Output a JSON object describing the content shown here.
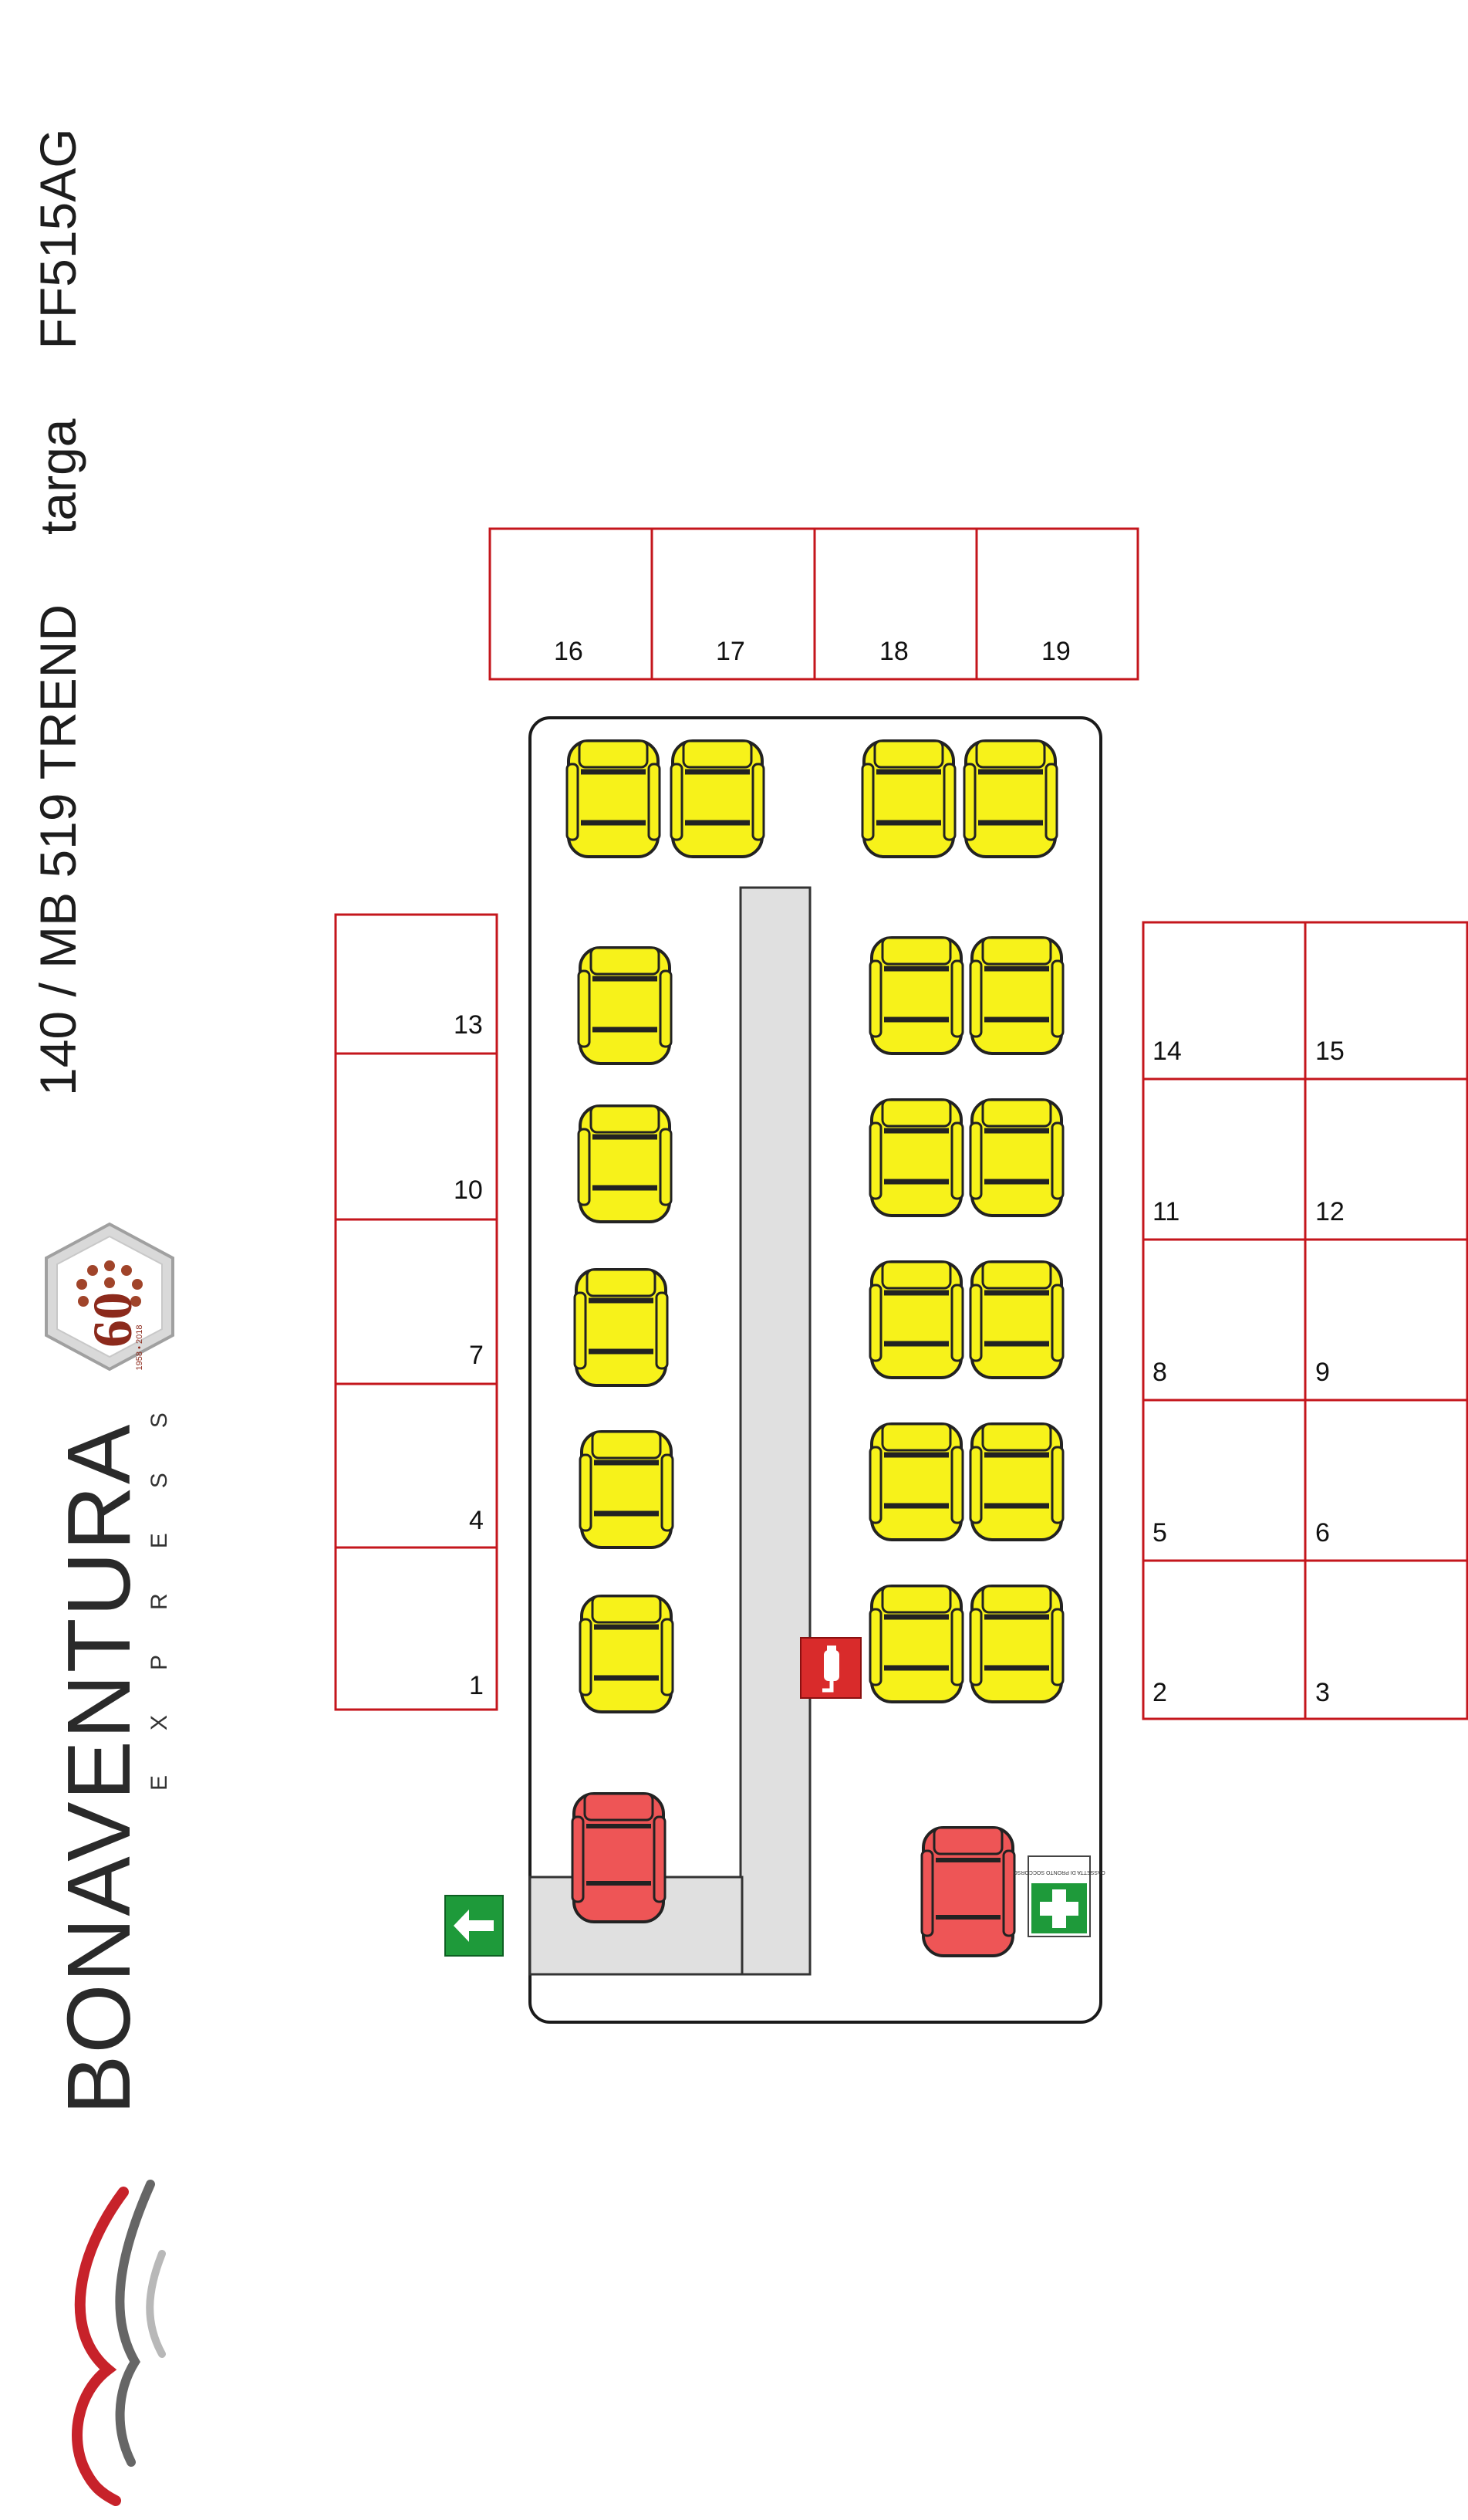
{
  "header": {
    "vehicle_label": "140 / MB 519 TREND",
    "plate_label": "targa",
    "plate_value": "FF515AG"
  },
  "brand": {
    "name": "BONAVENTURA",
    "subtitle": "EXPRESS",
    "anniversary_years": "1958 • 2018",
    "anniversary_number": "60"
  },
  "seat_numbers": {
    "back_row": [
      "16",
      "17",
      "18",
      "19"
    ],
    "left_column": [
      "13",
      "10",
      "7",
      "4",
      "1"
    ],
    "right_column_a": [
      "14",
      "11",
      "8",
      "5",
      "2"
    ],
    "right_column_b": [
      "15",
      "12",
      "9",
      "6",
      "3"
    ]
  },
  "first_aid_label": "CASSETTA DI PRONTO SOCCORSO",
  "icons": {
    "exit": "emergency-exit-arrow-icon",
    "extinguisher": "fire-extinguisher-icon",
    "first_aid": "first-aid-cross-icon"
  },
  "colors": {
    "passenger_seat": "#f7f21a",
    "crew_seat": "#ee5556",
    "grid_lines": "#c4161c",
    "aisle": "#e0e0e0",
    "exit_sign": "#1e9a3a",
    "extinguisher_sign": "#d92b2b"
  }
}
